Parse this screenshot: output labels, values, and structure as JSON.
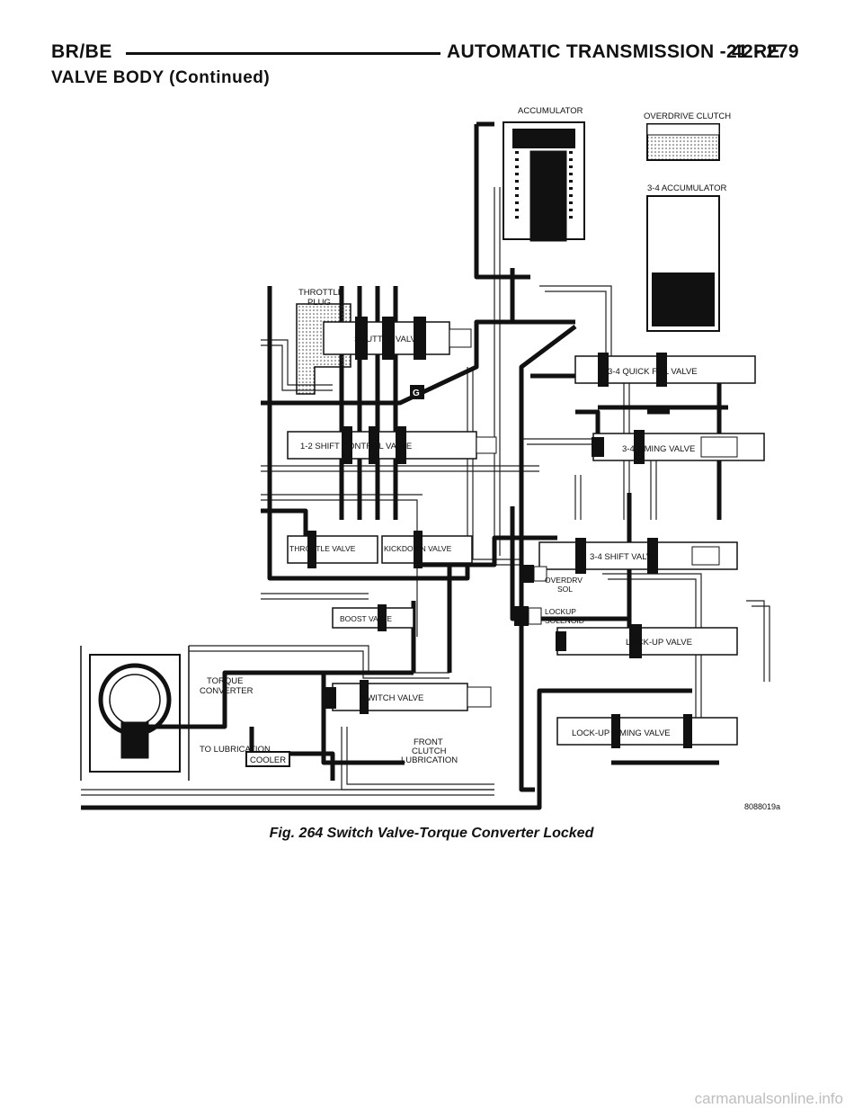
{
  "header": {
    "left": "BR/BE",
    "title": "AUTOMATIC TRANSMISSION - 42RE",
    "page": "21 - 279"
  },
  "section_title": "VALVE BODY (Continued)",
  "figure": {
    "labels": {
      "accumulator": "ACCUMULATOR",
      "overdrive_clutch": "OVERDRIVE CLUTCH",
      "accum_34": "3-4 ACCUMULATOR",
      "throttle_plug_1": "THROTTLE",
      "throttle_plug_2": "PLUG",
      "shuttle_valve": "SHUTTLE VALVE",
      "quick_fill": "3-4 QUICK FILL VALVE",
      "shift_control": "1-2 SHIFT CONTROL VALVE",
      "timing_34": "3-4 TIMING VALVE",
      "throttle_valve": "THROTTLE VALVE",
      "kickdown_valve": "KICKDOWN VALVE",
      "shift_34": "3-4 SHIFT VALVE",
      "overdrv_sol_1": "OVERDRV",
      "overdrv_sol_2": "SOL",
      "boost_valve": "BOOST VALVE",
      "lockup_sol_1": "LOCKUP",
      "lockup_sol_2": "SOLENOID",
      "lockup_valve": "LOCK-UP VALVE",
      "torque_conv_1": "TORQUE",
      "torque_conv_2": "CONVERTER",
      "switch_valve": "SWITCH VALVE",
      "cooler": "COOLER",
      "to_lubrication": "TO LUBRICATION",
      "front_clutch_1": "FRONT",
      "front_clutch_2": "CLUTCH",
      "front_clutch_3": "LUBRICATION",
      "lockup_timing": "LOCK-UP TIMING VALVE",
      "ref_code": "8088019a",
      "port_marker": "G"
    },
    "caption": "Fig. 264 Switch Valve-Torque Converter Locked"
  },
  "watermark": "carmanualsonline.info",
  "colors": {
    "ink": "#111111",
    "watermark": "#bdbdbd"
  }
}
